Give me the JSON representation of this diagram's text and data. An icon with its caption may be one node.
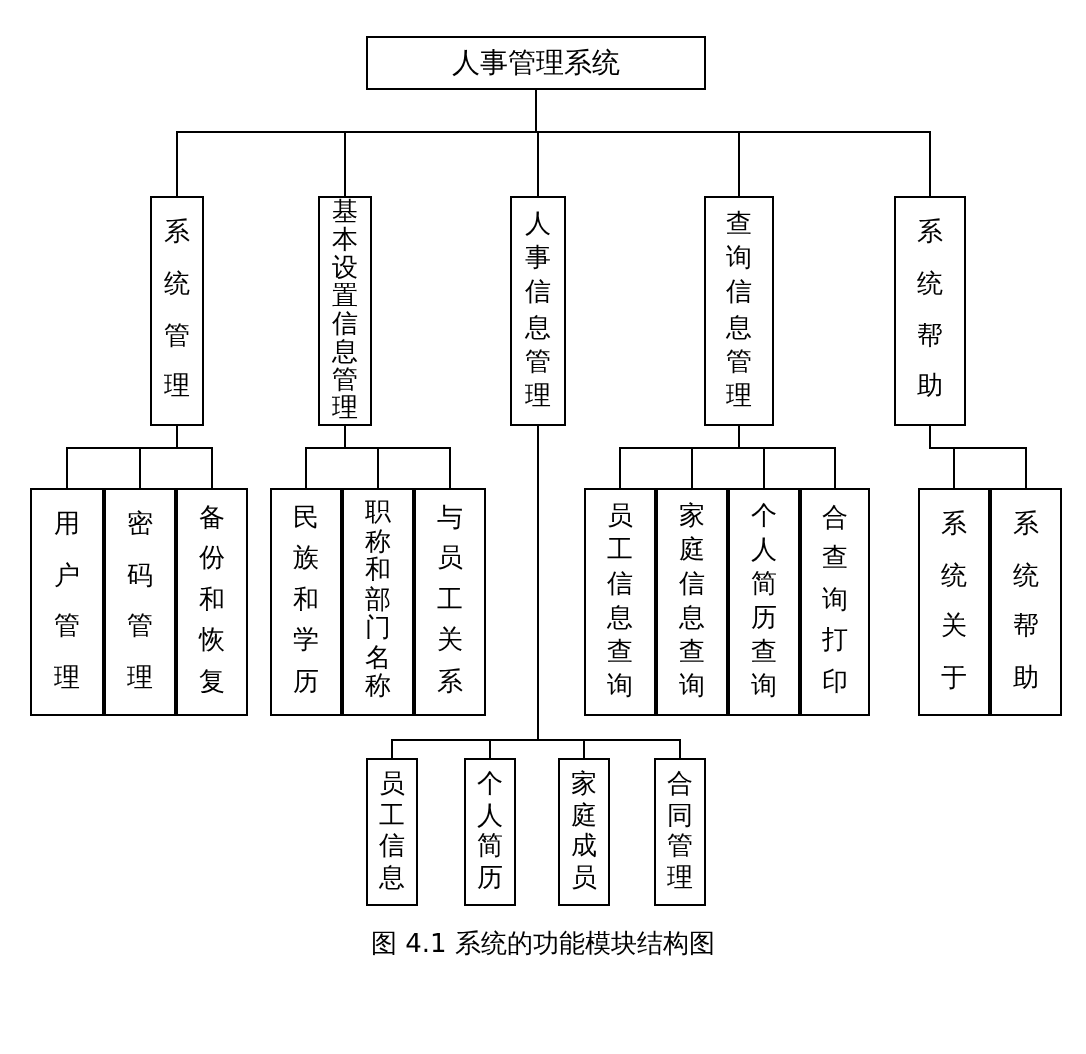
{
  "diagram": {
    "caption": "图 4.1 系统的功能模块结构图",
    "nodes": [
      {
        "text": [
          "人事管理系统"
        ]
      },
      {
        "text": [
          "系统管理"
        ]
      },
      {
        "text": [
          "基本设置信息管理"
        ]
      },
      {
        "text": [
          "人事信息管理"
        ]
      },
      {
        "text": [
          "查询信息管理"
        ]
      },
      {
        "text": [
          "系统帮助"
        ]
      },
      {
        "text": [
          "用户管理"
        ]
      },
      {
        "text": [
          "密码管理"
        ]
      },
      {
        "text": [
          "备份和恢复"
        ]
      },
      {
        "text": [
          "民族和学历"
        ]
      },
      {
        "text": [
          "职称和部门名称"
        ]
      },
      {
        "text": [
          "与员工关系"
        ]
      },
      {
        "text": [
          "员工信息查询"
        ]
      },
      {
        "text": [
          "家庭信息查询"
        ]
      },
      {
        "text": [
          "个人简历查询"
        ]
      },
      {
        "text": [
          "合查询打印"
        ]
      },
      {
        "text": [
          "系统关于"
        ]
      },
      {
        "text": [
          "系统帮助"
        ]
      },
      {
        "text": [
          "员工信息"
        ]
      },
      {
        "text": [
          "个人简历"
        ]
      },
      {
        "text": [
          "家庭成员"
        ]
      },
      {
        "text": [
          "合同管理"
        ]
      }
    ],
    "edges": [
      {
        "from": 0,
        "to": 1,
        "arrow": "none"
      },
      {
        "from": 0,
        "to": 2,
        "arrow": "none"
      },
      {
        "from": 0,
        "to": 3,
        "arrow": "none"
      },
      {
        "from": 0,
        "to": 4,
        "arrow": "none"
      },
      {
        "from": 0,
        "to": 5,
        "arrow": "none"
      },
      {
        "from": 1,
        "to": 6,
        "arrow": "none"
      },
      {
        "from": 1,
        "to": 7,
        "arrow": "none"
      },
      {
        "from": 1,
        "to": 8,
        "arrow": "none"
      },
      {
        "from": 2,
        "to": 9,
        "arrow": "none"
      },
      {
        "from": 2,
        "to": 10,
        "arrow": "none"
      },
      {
        "from": 2,
        "to": 11,
        "arrow": "none"
      },
      {
        "from": 4,
        "to": 12,
        "arrow": "none"
      },
      {
        "from": 4,
        "to": 13,
        "arrow": "none"
      },
      {
        "from": 4,
        "to": 14,
        "arrow": "none"
      },
      {
        "from": 4,
        "to": 15,
        "arrow": "none"
      },
      {
        "from": 5,
        "to": 16,
        "arrow": "none"
      },
      {
        "from": 5,
        "to": 17,
        "arrow": "none"
      },
      {
        "from": 3,
        "to": 18,
        "arrow": "none"
      },
      {
        "from": 3,
        "to": 19,
        "arrow": "none"
      },
      {
        "from": 3,
        "to": 20,
        "arrow": "none"
      },
      {
        "from": 3,
        "to": 21,
        "arrow": "none"
      }
    ]
  }
}
